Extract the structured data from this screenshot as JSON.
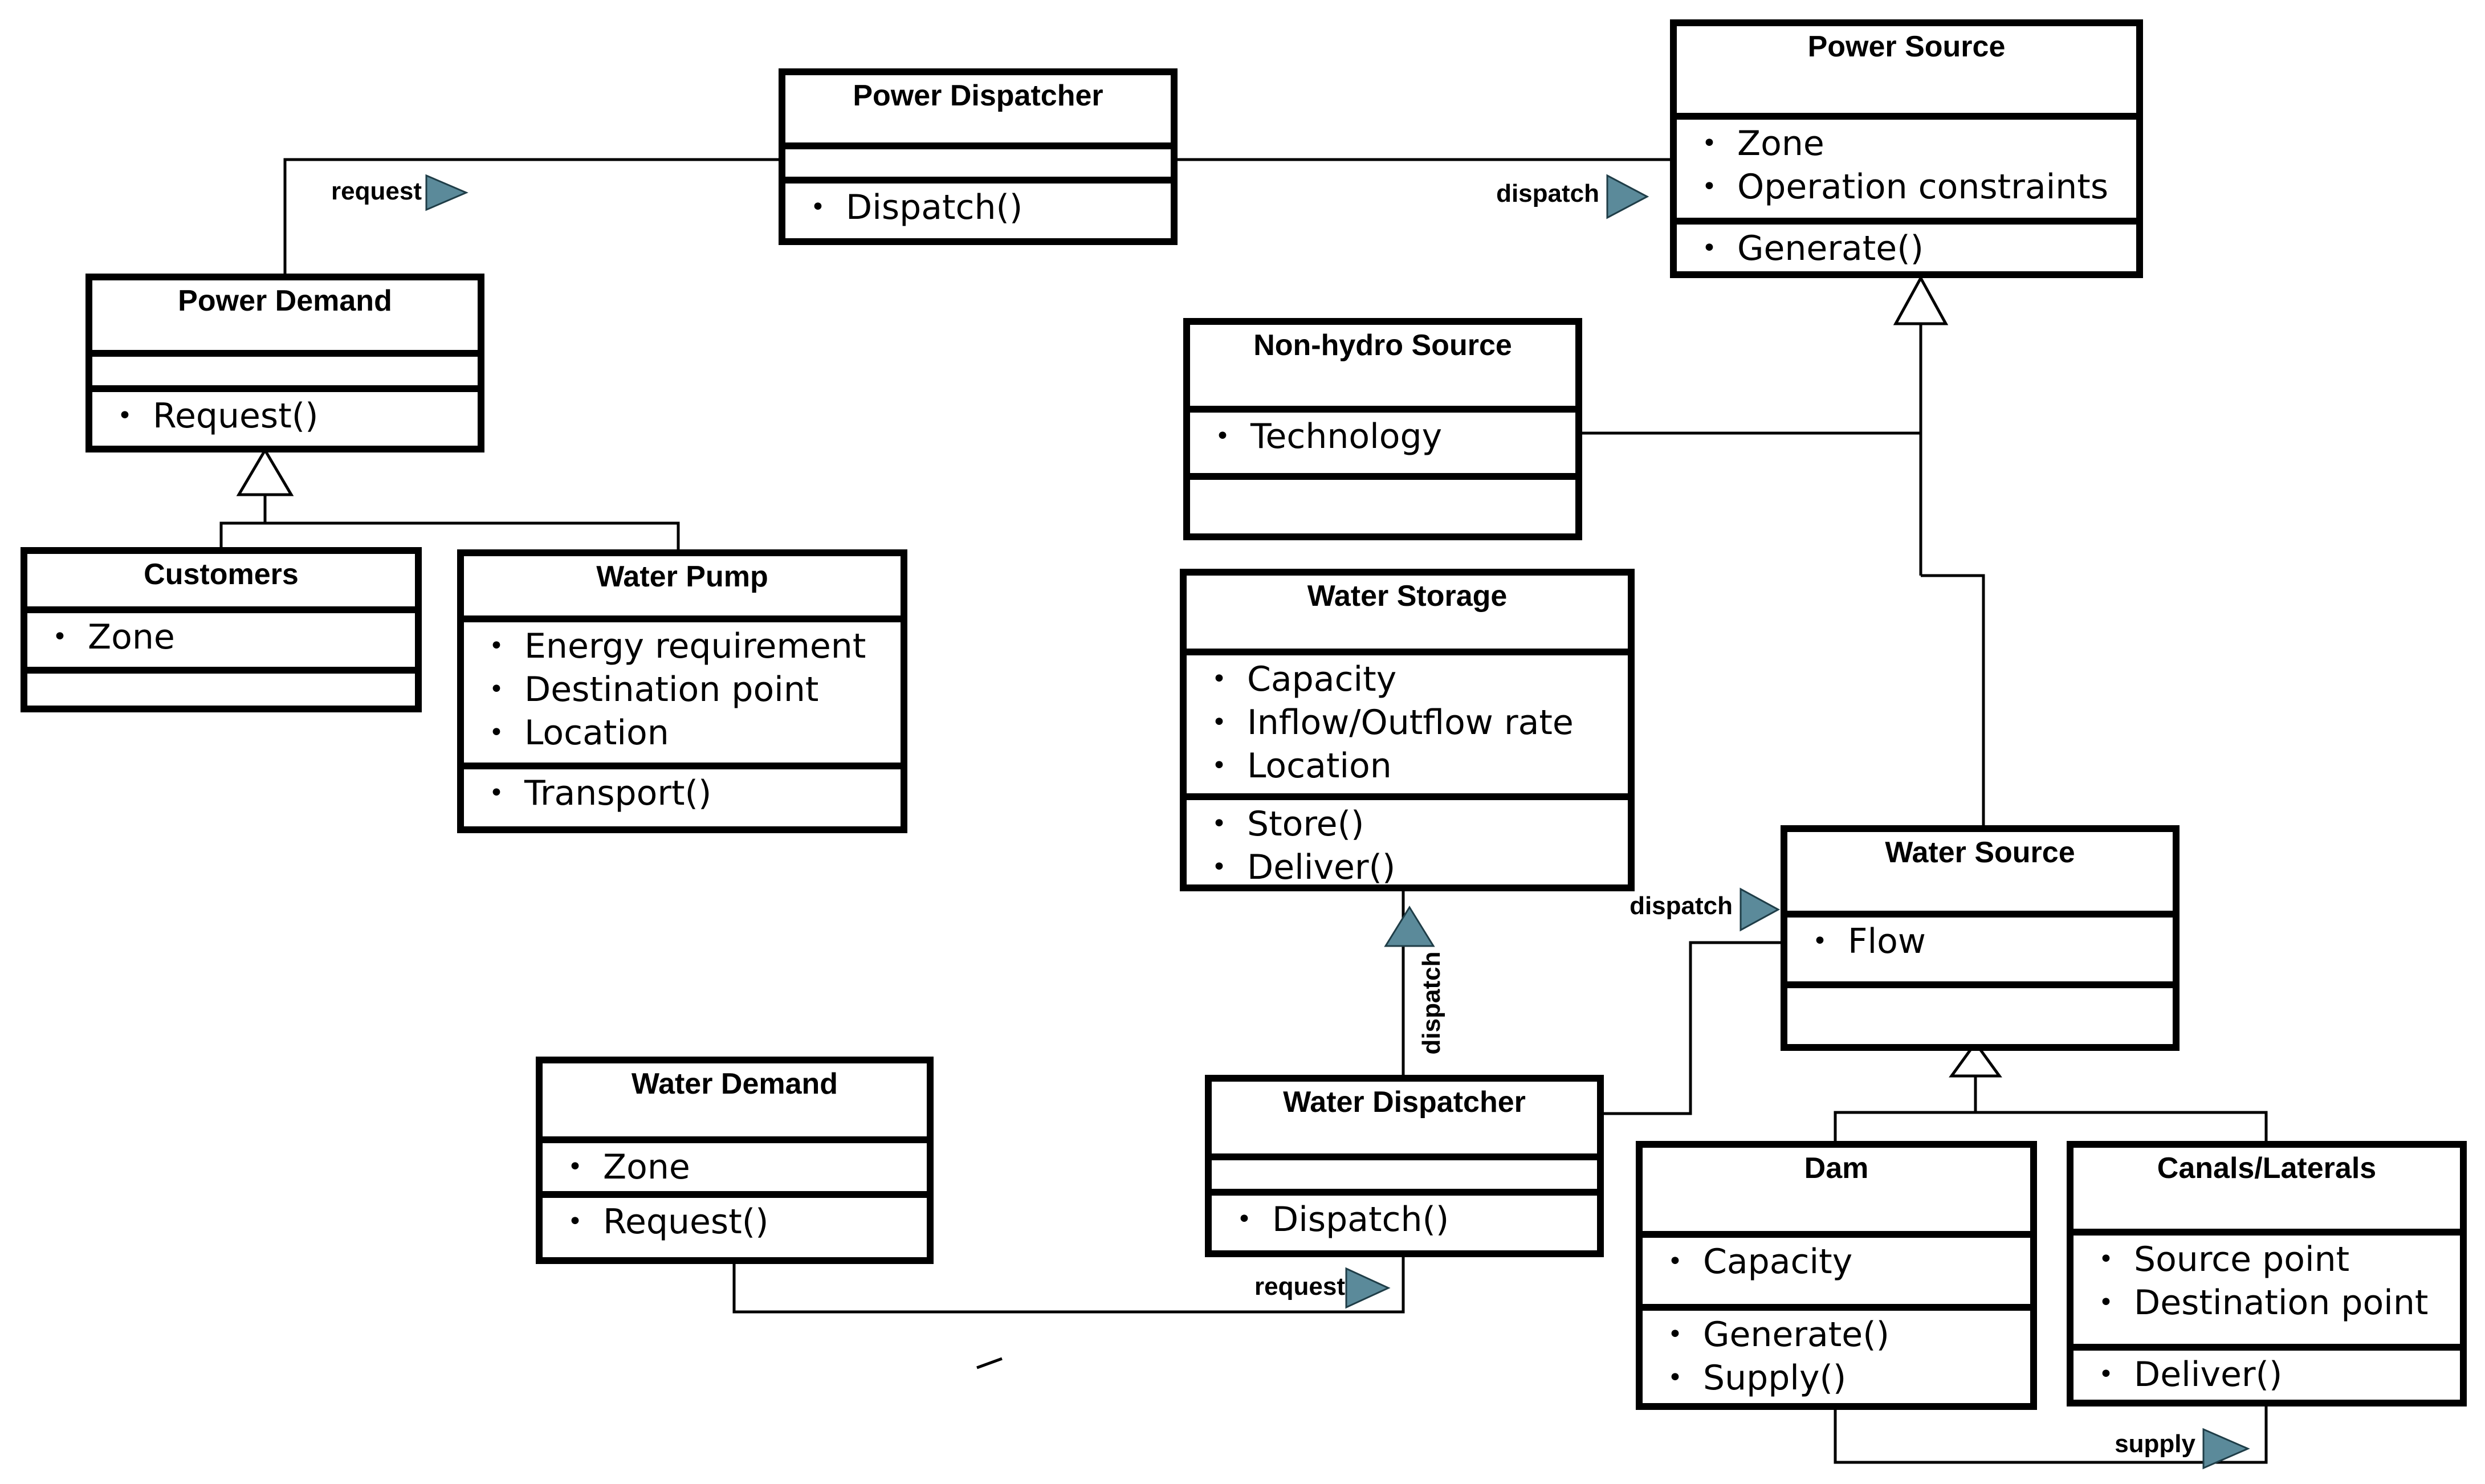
{
  "classes": {
    "power_dispatcher": {
      "name": "Power Dispatcher",
      "attributes": [],
      "methods": [
        "Dispatch()"
      ]
    },
    "power_source": {
      "name": "Power Source",
      "attributes": [
        "Zone",
        "Operation constraints"
      ],
      "methods": [
        "Generate()"
      ]
    },
    "power_demand": {
      "name": "Power Demand",
      "attributes": [],
      "methods": [
        "Request()"
      ]
    },
    "customers": {
      "name": "Customers",
      "attributes": [
        "Zone"
      ],
      "methods": []
    },
    "water_pump": {
      "name": "Water Pump",
      "attributes": [
        "Energy requirement",
        "Destination point",
        "Location"
      ],
      "methods": [
        "Transport()"
      ]
    },
    "non_hydro_source": {
      "name": "Non-hydro Source",
      "attributes": [
        "Technology"
      ],
      "methods": []
    },
    "water_storage": {
      "name": "Water Storage",
      "attributes": [
        "Capacity",
        "Inflow/Outflow rate",
        "Location"
      ],
      "methods": [
        "Store()",
        "Deliver()"
      ]
    },
    "water_source": {
      "name": "Water Source",
      "attributes": [
        "Flow"
      ],
      "methods": []
    },
    "water_demand": {
      "name": "Water Demand",
      "attributes": [
        "Zone"
      ],
      "methods": [
        "Request()"
      ]
    },
    "water_dispatcher": {
      "name": "Water Dispatcher",
      "attributes": [],
      "methods": [
        "Dispatch()"
      ]
    },
    "dam": {
      "name": "Dam",
      "attributes": [
        "Capacity"
      ],
      "methods": [
        "Generate()",
        "Supply()"
      ]
    },
    "canals_laterals": {
      "name": "Canals/Laterals",
      "attributes": [
        "Source point",
        "Destination point"
      ],
      "methods": [
        "Deliver()"
      ]
    }
  },
  "associations": {
    "power_request": "request",
    "power_dispatch": "dispatch",
    "storage_dispatch": "dispatch",
    "water_source_dispatch": "dispatch",
    "water_request": "request",
    "dam_supply": "supply"
  },
  "colors": {
    "line": "#000000",
    "association_arrow": "#5b8a9a",
    "background": "#ffffff"
  }
}
